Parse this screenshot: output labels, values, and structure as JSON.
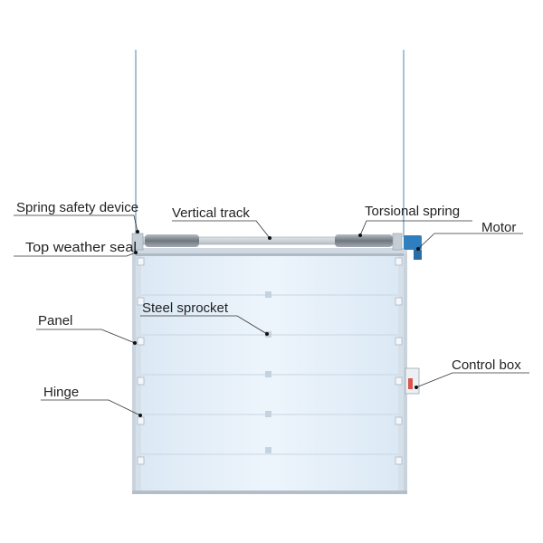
{
  "diagram": {
    "labels": {
      "spring_safety_device": "Spring safety device",
      "vertical_track": "Vertical track",
      "torsional_spring": "Torsional spring",
      "motor": "Motor",
      "top_weather_seal": "Top weather seal",
      "panel": "Panel",
      "steel_sprocket": "Steel sprocket",
      "control_box": "Control box",
      "hinge": "Hinge"
    },
    "panel_count": 6,
    "colors": {
      "door_face": "#e8f2fb",
      "frame": "#c9d3dc",
      "spring": "#8e979f",
      "motor": "#2f7fbf",
      "control_box_accent": "#d9534f"
    }
  }
}
